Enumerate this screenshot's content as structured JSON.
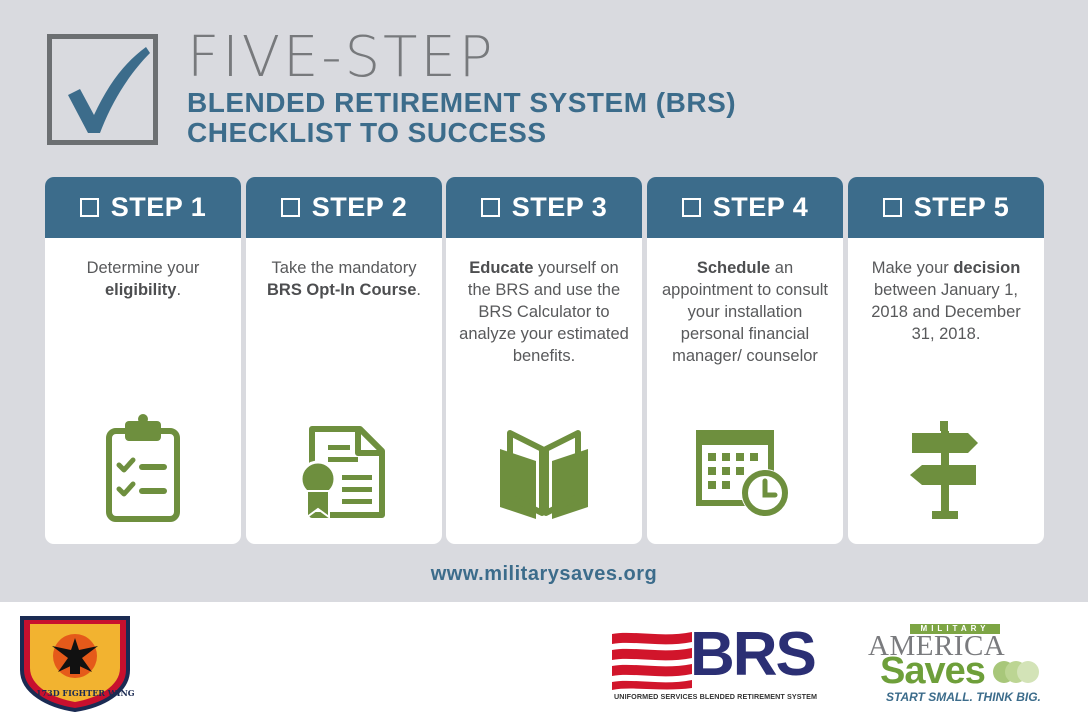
{
  "header": {
    "title": "FIVE-STEP",
    "subtitle_line1": "BLENDED RETIREMENT SYSTEM (BRS)",
    "subtitle_line2": "CHECKLIST TO SUCCESS",
    "checkbox_icon": "checkmark-icon"
  },
  "steps": [
    {
      "label": "STEP 1",
      "icon": "clipboard-checklist-icon",
      "parts": [
        [
          "Determine your ",
          false
        ],
        [
          "eligibility",
          true
        ],
        [
          ".",
          false
        ]
      ]
    },
    {
      "label": "STEP 2",
      "icon": "certificate-document-icon",
      "parts": [
        [
          "Take the mandatory ",
          false
        ],
        [
          "BRS Opt-In Course",
          true
        ],
        [
          ".",
          false
        ]
      ]
    },
    {
      "label": "STEP 3",
      "icon": "open-book-icon",
      "parts": [
        [
          "Educate",
          true
        ],
        [
          " yourself on the BRS and use the BRS Calculator to analyze your estimated benefits.",
          false
        ]
      ]
    },
    {
      "label": "STEP 4",
      "icon": "calendar-clock-icon",
      "parts": [
        [
          "Schedule",
          true
        ],
        [
          " an appointment to consult your installation personal financial manager/ counselor",
          false
        ]
      ]
    },
    {
      "label": "STEP 5",
      "icon": "signpost-icon",
      "parts": [
        [
          "Make your ",
          false
        ],
        [
          "decision",
          true
        ],
        [
          " between January 1, 2018 and December 31, 2018.",
          false
        ]
      ]
    }
  ],
  "footer": {
    "url": "www.militarysaves.org",
    "crest_text": "173D FIGHTER WING",
    "brs_logo": "BRS",
    "brs_caption": "UNIFORMED SERVICES BLENDED RETIREMENT SYSTEM",
    "as_military": "MILITARY",
    "as_america": "AMERICA",
    "as_saves": "Saves",
    "as_tagline": "START SMALL. THINK BIG."
  },
  "colors": {
    "brand_blue": "#3c6c8b",
    "icon_green": "#6e8f3e",
    "background_gray": "#d9dadf",
    "title_gray": "#77797c"
  }
}
